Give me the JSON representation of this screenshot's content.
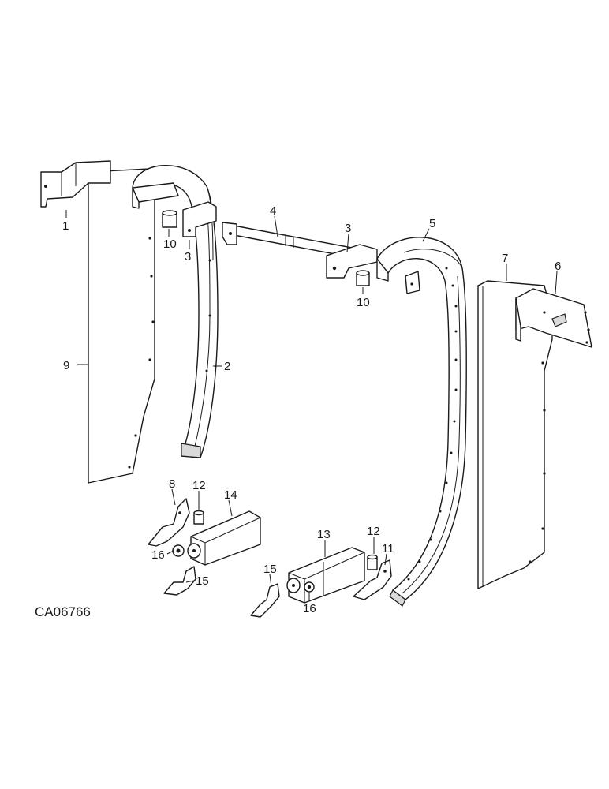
{
  "diagram_code": "CA06766",
  "callouts": [
    {
      "id": "c1",
      "text": "1"
    },
    {
      "id": "c2",
      "text": "2"
    },
    {
      "id": "c3a",
      "text": "3"
    },
    {
      "id": "c3b",
      "text": "3"
    },
    {
      "id": "c4",
      "text": "4"
    },
    {
      "id": "c5",
      "text": "5"
    },
    {
      "id": "c6",
      "text": "6"
    },
    {
      "id": "c7",
      "text": "7"
    },
    {
      "id": "c8",
      "text": "8"
    },
    {
      "id": "c9",
      "text": "9"
    },
    {
      "id": "c10a",
      "text": "10"
    },
    {
      "id": "c10b",
      "text": "10"
    },
    {
      "id": "c11",
      "text": "11"
    },
    {
      "id": "c12a",
      "text": "12"
    },
    {
      "id": "c12b",
      "text": "12"
    },
    {
      "id": "c13",
      "text": "13"
    },
    {
      "id": "c14",
      "text": "14"
    },
    {
      "id": "c15a",
      "text": "15"
    },
    {
      "id": "c15b",
      "text": "15"
    },
    {
      "id": "c16a",
      "text": "16"
    },
    {
      "id": "c16b",
      "text": "16"
    }
  ]
}
